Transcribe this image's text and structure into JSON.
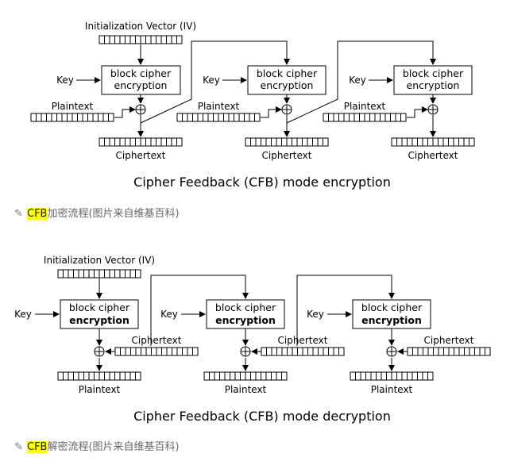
{
  "encryption": {
    "iv_label": "Initialization Vector (IV)",
    "key_label": "Key",
    "block_line1": "block cipher",
    "block_line2": "encryption",
    "plaintext_label": "Plaintext",
    "ciphertext_label": "Ciphertext",
    "title": "Cipher Feedback (CFB) mode encryption"
  },
  "decryption": {
    "iv_label": "Initialization Vector (IV)",
    "key_label": "Key",
    "block_line1": "block cipher",
    "block_line2": "encryption",
    "plaintext_label": "Plaintext",
    "ciphertext_label": "Ciphertext",
    "title": "Cipher Feedback (CFB) mode decryption"
  },
  "captions": {
    "enc_highlight": "CFB",
    "enc_text": "加密流程(图片来自维基百科)",
    "dec_highlight": "CFB",
    "dec_text": "解密流程(图片来自维基百科)"
  },
  "icons": {
    "edit": "pencil-icon"
  }
}
